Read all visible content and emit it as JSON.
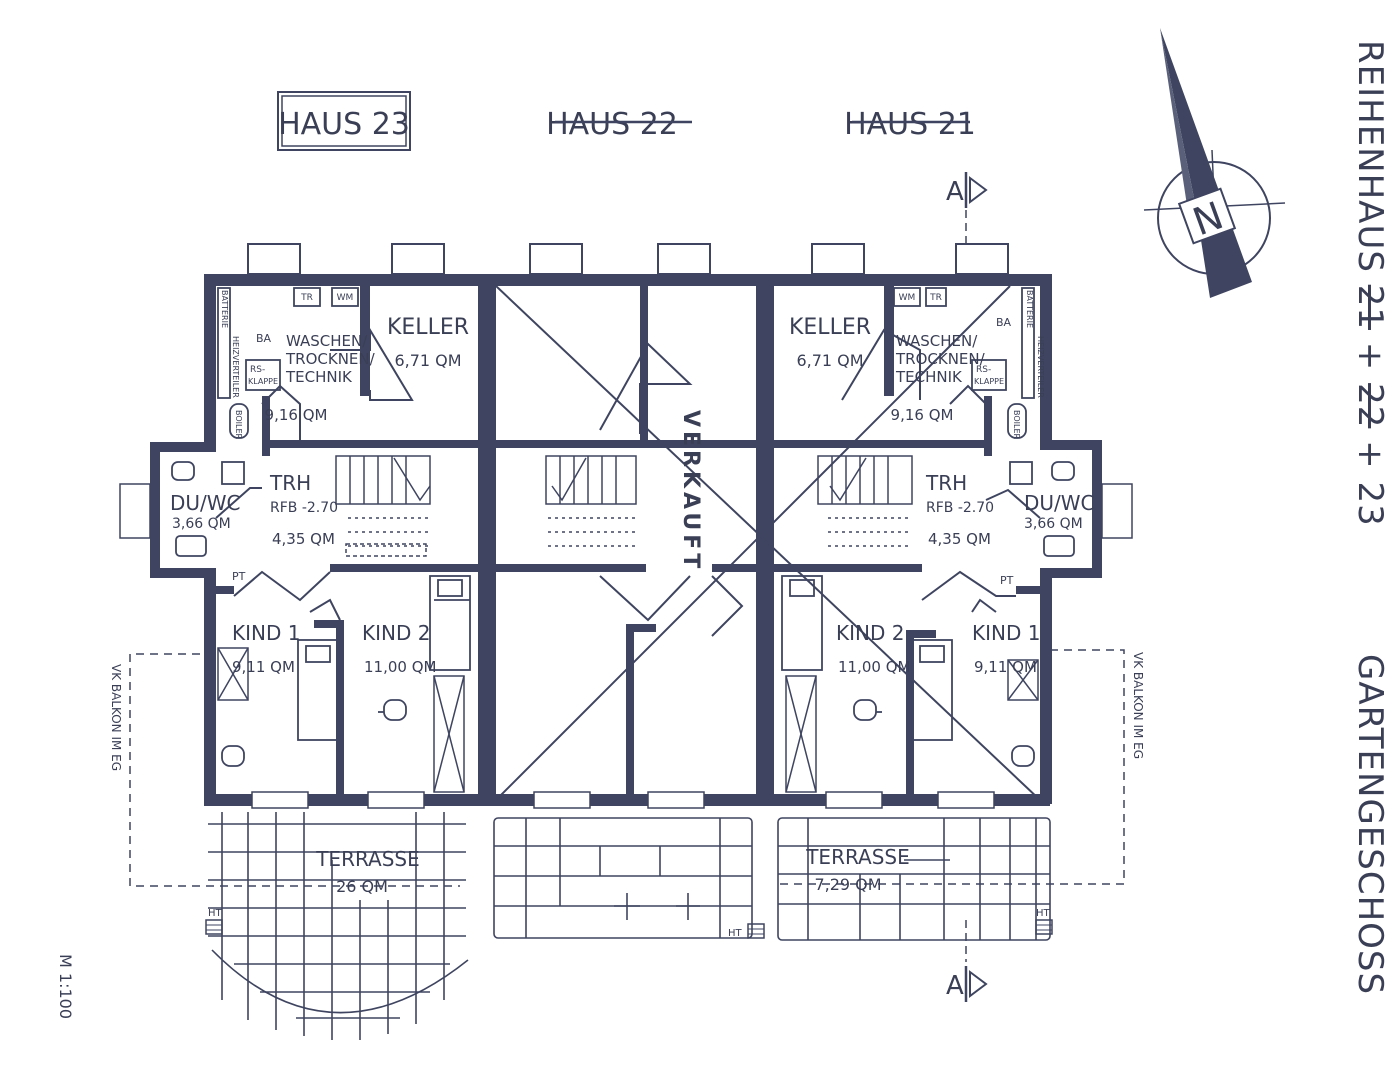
{
  "headers": {
    "haus23": "HAUS 23",
    "haus22": "HAUS 22",
    "haus21": "HAUS 21"
  },
  "side_titles": {
    "main_prefix": "REIHENHAUS ",
    "main_struck_a": "21",
    "main_plus1": " + ",
    "main_struck_b": "22",
    "main_suffix": " + 23",
    "floor": "GARTENGESCHOSS"
  },
  "section_marker": "A",
  "north": "N",
  "scale": "M 1:100",
  "verkauft": "VERKAUFT",
  "left_unit": {
    "keller": "KELLER",
    "keller_area": "6,71 QM",
    "waschen1": "WASCHEN/",
    "waschen2": "TROCKNEN/",
    "waschen3": "TECHNIK",
    "waschen_area": "9,16 QM",
    "trh": "TRH",
    "rfb": "RFB -2.70",
    "trh_area": "4,35 QM",
    "duwc": "DU/WC",
    "duwc_area": "3,66 QM",
    "kind1": "KIND 1",
    "kind1_area": "9,11 QM",
    "kind2": "KIND 2",
    "kind2_area": "11,00 QM",
    "terrasse": "TERRASSE",
    "terrasse_area": "26 QM",
    "tr": "TR",
    "wm": "WM",
    "ba": "BA",
    "rs1": "RS-",
    "rs2": "KLAPPE",
    "batterie": "BATTERIE",
    "heizverteiler": "HEIZVERTEILER",
    "boiler": "BOILER",
    "pt": "PT",
    "ht": "HT",
    "balkon": "VK BALKON IM EG"
  },
  "right_unit": {
    "keller": "KELLER",
    "keller_area": "6,71 QM",
    "waschen1": "WASCHEN/",
    "waschen2": "TROCKNEN/",
    "waschen3": "TECHNIK",
    "waschen_area": "9,16 QM",
    "trh": "TRH",
    "rfb": "RFB -2.70",
    "trh_area": "4,35 QM",
    "duwc": "DU/WC",
    "duwc_area": "3,66 QM",
    "kind1": "KIND 1",
    "kind1_area": "9,11 QM",
    "kind2": "KIND 2",
    "kind2_area": "11,00 QM",
    "terrasse": "TERRASSE",
    "terrasse_area": "7,29 QM",
    "tr": "TR",
    "wm": "WM",
    "ba": "BA",
    "rs1": "RS-",
    "rs2": "KLAPPE",
    "batterie": "BATTERIE",
    "heizverteiler": "HEIZVERTEILER",
    "boiler": "BOILER",
    "pt": "PT",
    "ht": "HT",
    "balkon": "VK BALKON IM EG"
  },
  "colors": {
    "ink": "#3f4560",
    "paper": "#ffffff"
  }
}
